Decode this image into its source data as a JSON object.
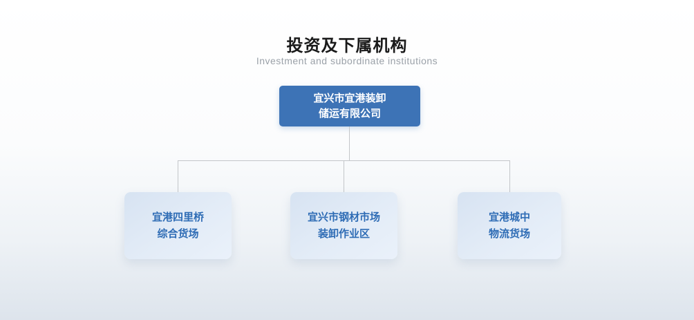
{
  "page": {
    "title": "投资及下属机构",
    "subtitle": "Investment and subordinate institutions"
  },
  "org": {
    "type": "org-chart",
    "root": {
      "line1": "宜兴市宜港装卸",
      "line2": "储运有限公司"
    },
    "children": [
      {
        "line1": "宜港四里桥",
        "line2": "综合货场"
      },
      {
        "line1": "宜兴市钢材市场",
        "line2": "装卸作业区"
      },
      {
        "line1": "宜港城中",
        "line2": "物流货场"
      }
    ]
  },
  "colors": {
    "root_box": "#3d73b6",
    "child_box": "#dfe9f5",
    "child_text": "#2e6cb5",
    "connector": "#c3c6c9",
    "title_text": "#1a1a1a",
    "subtitle_text": "#9aa1a8"
  }
}
